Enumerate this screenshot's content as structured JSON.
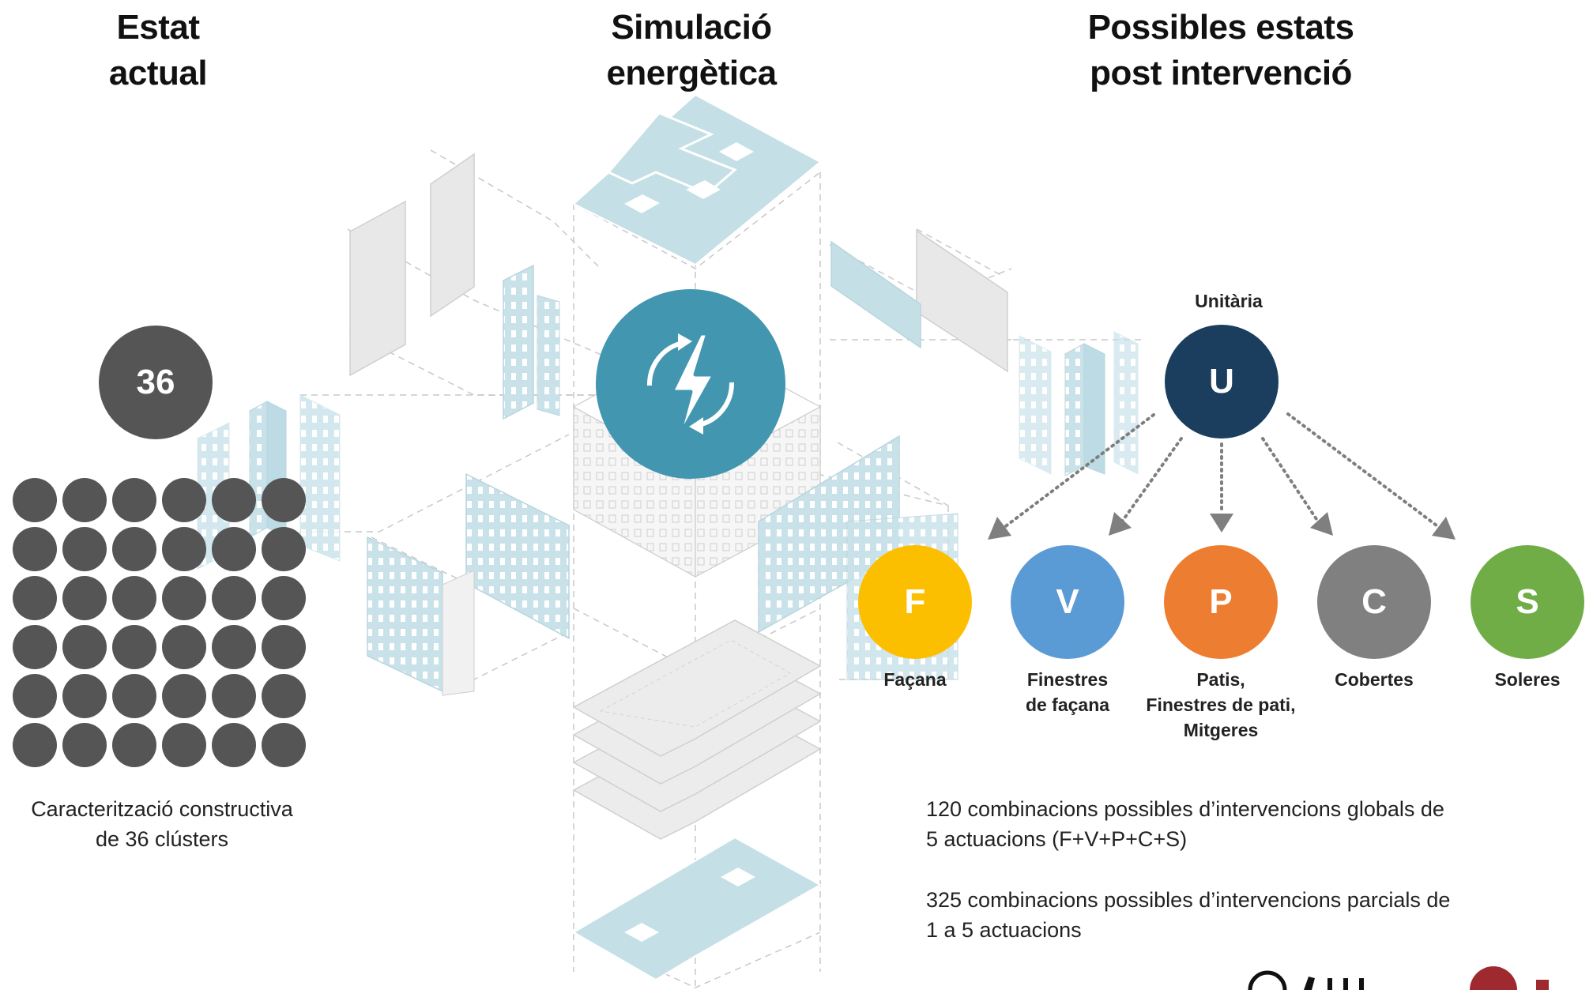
{
  "headings": {
    "left": [
      "Estat",
      "actual"
    ],
    "middle": [
      "Simulació",
      "energètica"
    ],
    "right": [
      "Possibles estats",
      "post intervenció"
    ]
  },
  "current_state": {
    "cluster_count": "36",
    "grid_dots": 36,
    "caption": [
      "Caracterització constructiva",
      "de 36 clústers"
    ],
    "dot_color": "#555555"
  },
  "simulation": {
    "icon": "energy-bolt-cycle-icon",
    "color": "#4296b0"
  },
  "interventions": {
    "root": {
      "letter": "U",
      "label": "Unitària",
      "color": "#1b3d5e"
    },
    "options": [
      {
        "key": "f",
        "letter": "F",
        "label": [
          "Façana"
        ],
        "color": "#fcbf00"
      },
      {
        "key": "v",
        "letter": "V",
        "label": [
          "Finestres",
          "de façana"
        ],
        "color": "#5b9bd5"
      },
      {
        "key": "p",
        "letter": "P",
        "label": [
          "Patis,",
          "Finestres de pati,",
          "Mitgeres"
        ],
        "color": "#ed7d31"
      },
      {
        "key": "c",
        "letter": "C",
        "label": [
          "Cobertes"
        ],
        "color": "#808080"
      },
      {
        "key": "s",
        "letter": "S",
        "label": [
          "Soleres"
        ],
        "color": "#70ad47"
      }
    ]
  },
  "combinations": {
    "global": [
      "120 combinacions possibles d’intervencions globals de",
      "5 actuacions (F+V+P+C+S)"
    ],
    "partial": [
      "325 combinacions possibles d’intervencions parcials de",
      "1 a 5 actuacions"
    ]
  }
}
